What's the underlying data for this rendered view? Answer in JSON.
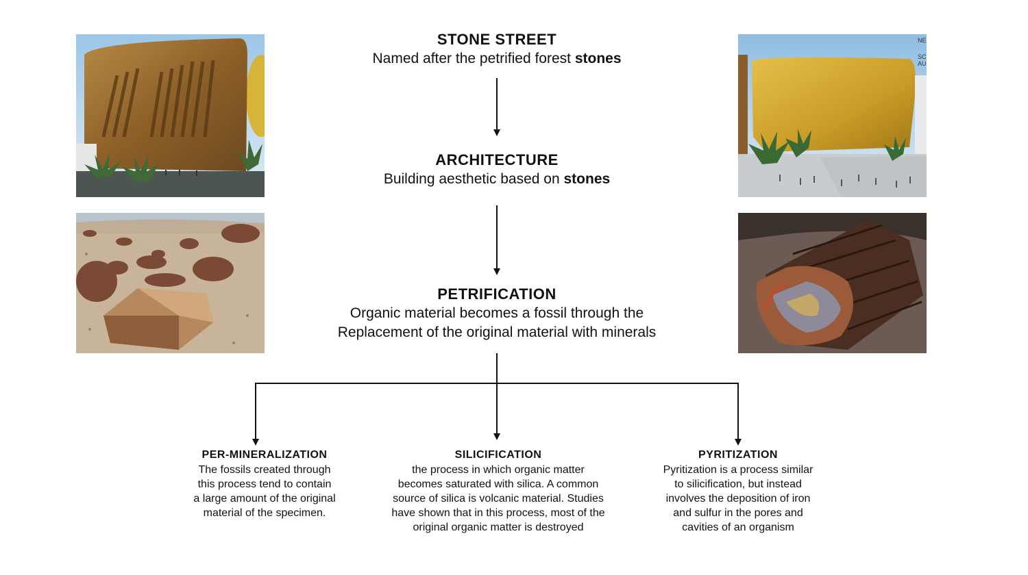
{
  "nodes": {
    "stone_street": {
      "title": "STONE STREET",
      "desc_prefix": "Named after the petrified forest ",
      "desc_bold": "stones"
    },
    "architecture": {
      "title": "ARCHITECTURE",
      "desc_prefix": "Building aesthetic based on ",
      "desc_bold": "stones"
    },
    "petrification": {
      "title": "PETRIFICATION",
      "desc_line1": "Organic material becomes a fossil through the",
      "desc_line2": "Replacement of the original material with minerals"
    }
  },
  "processes": [
    {
      "title": "PER-MINERALIZATION",
      "desc": "The fossils created through\nthis process tend to contain\na large amount of the original\nmaterial of the specimen."
    },
    {
      "title": "SILICIFICATION",
      "desc": "the process in which organic matter\nbecomes saturated with silica. A common\nsource of silica is volcanic material. Studies\nhave shown that in this process, most of the\noriginal organic matter is destroyed"
    },
    {
      "title": "PYRITIZATION",
      "desc": "Pyritization is a process similar\nto silicification, but instead\ninvolves the deposition of iron\nand sulfur in the pores and\ncavities of an organism"
    }
  ],
  "photo_text": {
    "gold_building_corner": [
      "NE",
      "SC",
      "AU"
    ]
  },
  "colors": {
    "text": "#111111",
    "line": "#111111",
    "gold": "#d9b23a",
    "bronze": "#9c6a2c"
  }
}
